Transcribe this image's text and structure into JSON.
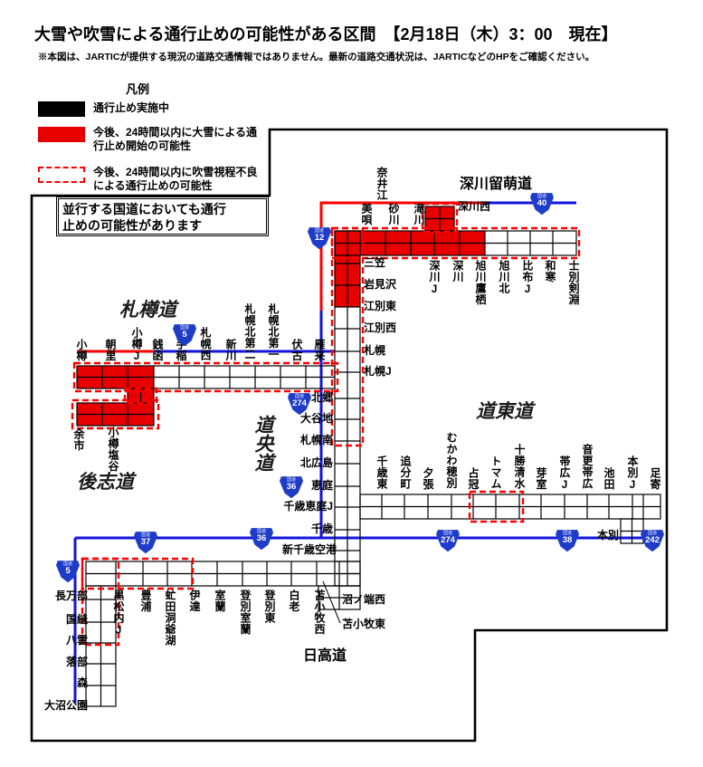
{
  "header": {
    "title": "大雪や吹雪による通行止めの可能性がある区間　【2月18日（木）3：00　現在】",
    "disclaimer": "※本図は、JARTICが提供する現況の道路交通情報ではありません。最新の道路交通状況は、JARTICなどのHPをご確認ください。"
  },
  "legend": {
    "title": "凡例",
    "closed": {
      "label": "通行止め実施中"
    },
    "snow": {
      "line1": "今後、24時間以内に大雪による通",
      "line2": "行止め開始の可能性"
    },
    "blizzard": {
      "line1": "今後、24時間以内に吹雪視程不良",
      "line2": "による通行止めの可能性"
    }
  },
  "note": {
    "line1": "並行する国道においても通行",
    "line2": "止めの可能性があります"
  },
  "roads": {
    "fukagawa_rumoi": "深川留萌道",
    "sasson": "札樽道",
    "shiribeshi": "後志道",
    "doo": "道央道",
    "doto": "道東道",
    "hidaka": "日高道"
  },
  "stations": {
    "north_top": [
      "奈井江",
      "美唄",
      "砂川",
      "滝川",
      "深川西"
    ],
    "north_bottom": [
      "深川J",
      "深川",
      "旭川鷹栖",
      "旭川北",
      "比布J",
      "和寒",
      "士別剣淵"
    ],
    "doo_east": [
      "三笠",
      "岩見沢",
      "江別東",
      "江別西",
      "札幌",
      "札幌J"
    ],
    "doo_west": [
      "北郷",
      "大谷地",
      "札幌南",
      "北広島",
      "恵庭",
      "千歳恵庭J",
      "千歳",
      "新千歳空港"
    ],
    "sasson": [
      "小樽",
      "朝里",
      "小樽J",
      "銭函",
      "手稲",
      "札幌西",
      "新川",
      "札幌北第二",
      "札幌北第一",
      "伏古",
      "雁来"
    ],
    "yoichi": [
      "余市",
      "小樽塩谷"
    ],
    "doto": [
      "千歳東",
      "追分町",
      "夕張",
      "むかわ穂別",
      "占冠",
      "トマム",
      "十勝清水",
      "芽室",
      "帯広J",
      "音更帯広",
      "池田",
      "本別J",
      "足寄"
    ],
    "honbetsu": "本別",
    "muroran": [
      "黒松内J",
      "豊浦",
      "虻田洞爺湖",
      "伊達",
      "室蘭",
      "登別室蘭",
      "登別東",
      "白老",
      "苫小牧西"
    ],
    "oshamambe": [
      "長万部",
      "国縫",
      "八雲",
      "落部",
      "森",
      "大沼公園"
    ],
    "hidaka": [
      "沼ノ端西",
      "苫小牧東"
    ]
  },
  "badge_prefix": "国道",
  "shields": [
    {
      "route": "40"
    },
    {
      "route": "12"
    },
    {
      "route": "5"
    },
    {
      "route": "274"
    },
    {
      "route": "36"
    },
    {
      "route": "37"
    },
    {
      "route": "36"
    },
    {
      "route": "5"
    },
    {
      "route": "274"
    },
    {
      "route": "38"
    },
    {
      "route": "242"
    }
  ],
  "colors": {
    "closed_black": "#000000",
    "snow_red": "#e60000",
    "dashed_red": "#ff0000",
    "route_blue": "#1414dd",
    "shield_blue": "#1e3cc8"
  }
}
